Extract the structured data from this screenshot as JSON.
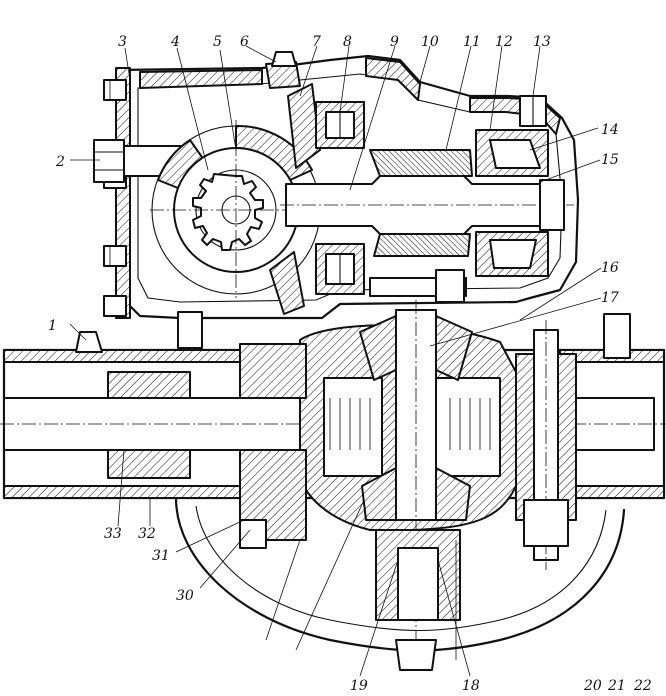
{
  "callouts": [
    {
      "id": "c1",
      "text": "1"
    },
    {
      "id": "c2",
      "text": "2"
    },
    {
      "id": "c3",
      "text": "3"
    },
    {
      "id": "c4",
      "text": "4"
    },
    {
      "id": "c5",
      "text": "5"
    },
    {
      "id": "c6",
      "text": "6"
    },
    {
      "id": "c7",
      "text": "7"
    },
    {
      "id": "c8",
      "text": "8"
    },
    {
      "id": "c9",
      "text": "9"
    },
    {
      "id": "c10",
      "text": "10"
    },
    {
      "id": "c11",
      "text": "11"
    },
    {
      "id": "c12",
      "text": "12"
    },
    {
      "id": "c13",
      "text": "13"
    },
    {
      "id": "c14",
      "text": "14"
    },
    {
      "id": "c15",
      "text": "15"
    },
    {
      "id": "c16",
      "text": "16"
    },
    {
      "id": "c17",
      "text": "17"
    },
    {
      "id": "c18",
      "text": "18"
    },
    {
      "id": "c19",
      "text": "19"
    },
    {
      "id": "c20",
      "text": "20"
    },
    {
      "id": "c21",
      "text": "21"
    },
    {
      "id": "c22",
      "text": "22"
    },
    {
      "id": "c30",
      "text": "30"
    },
    {
      "id": "c31",
      "text": "31"
    },
    {
      "id": "c32",
      "text": "32"
    },
    {
      "id": "c33",
      "text": "33"
    }
  ]
}
